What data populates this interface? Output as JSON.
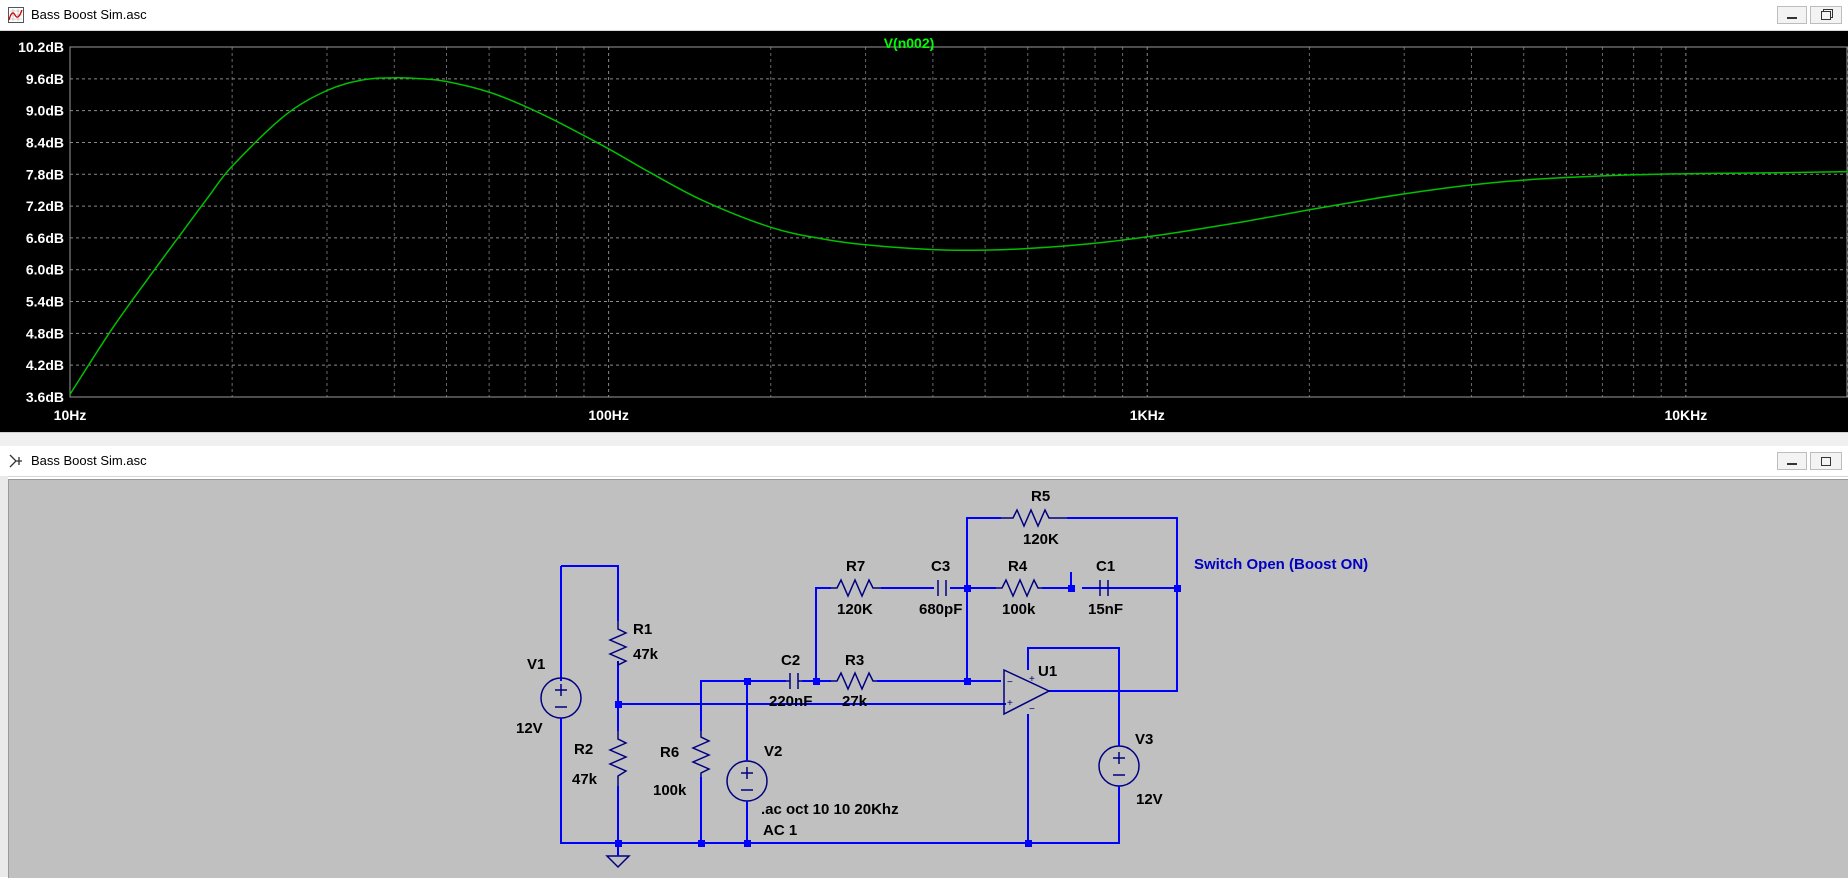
{
  "plot_window": {
    "title": "Bass Boost Sim.asc",
    "icon": "waveform-icon"
  },
  "schematic_window": {
    "title": "Bass Boost Sim.asc",
    "icon": "schematic-icon"
  },
  "window_buttons": {
    "minimize": "minimize-icon",
    "restore": "restore-icon"
  },
  "colors": {
    "plot_bg": "#000000",
    "trace": "#00c000",
    "trace_label": "#00ff00",
    "axis_text": "#ffffff",
    "schematic_bg": "#c0c0c0",
    "wire": "#0000ff",
    "component": "#000080",
    "label": "#000000",
    "note": "#0000c0"
  },
  "chart_data": {
    "type": "line",
    "title": "V(n002)",
    "xscale": "log",
    "xlim": [
      10,
      20000
    ],
    "ylim": [
      3.6,
      10.2
    ],
    "grid": true,
    "x_ticks": [
      "10Hz",
      "100Hz",
      "1KHz",
      "10KHz"
    ],
    "y_ticks": [
      "10.2dB",
      "9.6dB",
      "9.0dB",
      "8.4dB",
      "7.8dB",
      "7.2dB",
      "6.6dB",
      "6.0dB",
      "5.4dB",
      "4.8dB",
      "4.2dB",
      "3.6dB"
    ],
    "series": [
      {
        "name": "V(n002)",
        "x": [
          10,
          12,
          14,
          16,
          18,
          20,
          25,
          30,
          35,
          40,
          45,
          50,
          60,
          70,
          80,
          100,
          120,
          150,
          200,
          250,
          300,
          400,
          500,
          600,
          800,
          1000,
          1200,
          1500,
          2000,
          2500,
          3000,
          4000,
          5000,
          6000,
          8000,
          10000,
          12000,
          15000,
          20000
        ],
        "y": [
          3.65,
          4.9,
          5.85,
          6.65,
          7.35,
          7.95,
          8.9,
          9.38,
          9.58,
          9.62,
          9.6,
          9.55,
          9.35,
          9.08,
          8.8,
          8.28,
          7.82,
          7.3,
          6.8,
          6.58,
          6.47,
          6.38,
          6.37,
          6.4,
          6.5,
          6.62,
          6.74,
          6.9,
          7.13,
          7.3,
          7.43,
          7.6,
          7.69,
          7.74,
          7.79,
          7.81,
          7.82,
          7.83,
          7.85
        ]
      }
    ]
  },
  "schematic": {
    "components": {
      "V1": {
        "name": "V1",
        "value": "12V"
      },
      "R1": {
        "name": "R1",
        "value": "47k"
      },
      "R2": {
        "name": "R2",
        "value": "47k"
      },
      "R6": {
        "name": "R6",
        "value": "100k"
      },
      "V2": {
        "name": "V2",
        "value": ".ac oct 10 10 20Khz",
        "value2": "AC 1"
      },
      "C2": {
        "name": "C2",
        "value": "220nF"
      },
      "R3": {
        "name": "R3",
        "value": "27k"
      },
      "R7": {
        "name": "R7",
        "value": "120K"
      },
      "C3": {
        "name": "C3",
        "value": "680pF"
      },
      "R4": {
        "name": "R4",
        "value": "100k"
      },
      "C1": {
        "name": "C1",
        "value": "15nF"
      },
      "R5": {
        "name": "R5",
        "value": "120K"
      },
      "U1": {
        "name": "U1"
      },
      "V3": {
        "name": "V3",
        "value": "12V"
      }
    },
    "note": "Switch Open (Boost ON)"
  }
}
